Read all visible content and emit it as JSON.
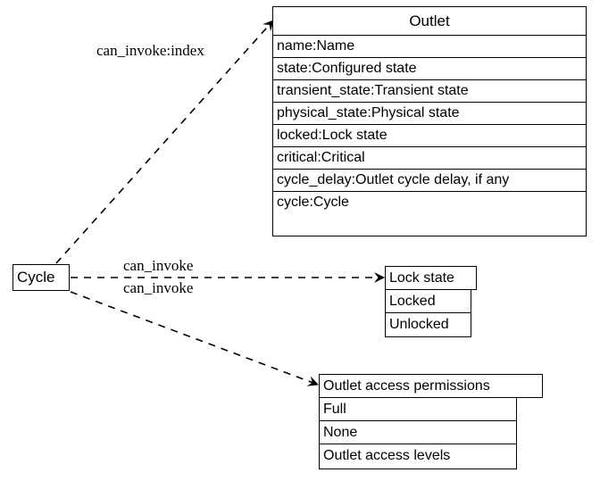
{
  "diagram": {
    "kind": "uml-class-relationship-diagram",
    "background_color": "#ffffff",
    "line_color": "#000000",
    "text_color": "#000000",
    "edge_style": "dashed",
    "arrow_style": "open-arrowhead"
  },
  "source_node": {
    "name": "Cycle",
    "label": "Cycle",
    "shape": "rectangle"
  },
  "outlet_class": {
    "title": "Outlet",
    "attributes": [
      {
        "text": "name:Name"
      },
      {
        "text": "state:Configured state"
      },
      {
        "text": "transient_state:Transient state"
      },
      {
        "text": "physical_state:Physical state"
      },
      {
        "text": "locked:Lock state"
      },
      {
        "text": "critical:Critical"
      },
      {
        "text": "cycle_delay:Outlet cycle delay, if any"
      },
      {
        "text": "cycle:Cycle"
      }
    ]
  },
  "lock_state_enum": {
    "title": "Lock state",
    "values": [
      {
        "text": "Locked"
      },
      {
        "text": "Unlocked"
      }
    ]
  },
  "permissions_enum": {
    "title": "Outlet access permissions",
    "values": [
      {
        "text": "Full"
      },
      {
        "text": "None"
      },
      {
        "text": "Outlet access levels"
      }
    ]
  },
  "edges": [
    {
      "id": "cycle-to-outlet",
      "label": "can_invoke:index",
      "from": "Cycle",
      "to": "Outlet"
    },
    {
      "id": "cycle-to-lock-state",
      "label": "can_invoke",
      "from": "Cycle",
      "to": "Lock state"
    },
    {
      "id": "cycle-to-permissions",
      "label": "can_invoke",
      "from": "Cycle",
      "to": "Outlet access permissions"
    }
  ]
}
